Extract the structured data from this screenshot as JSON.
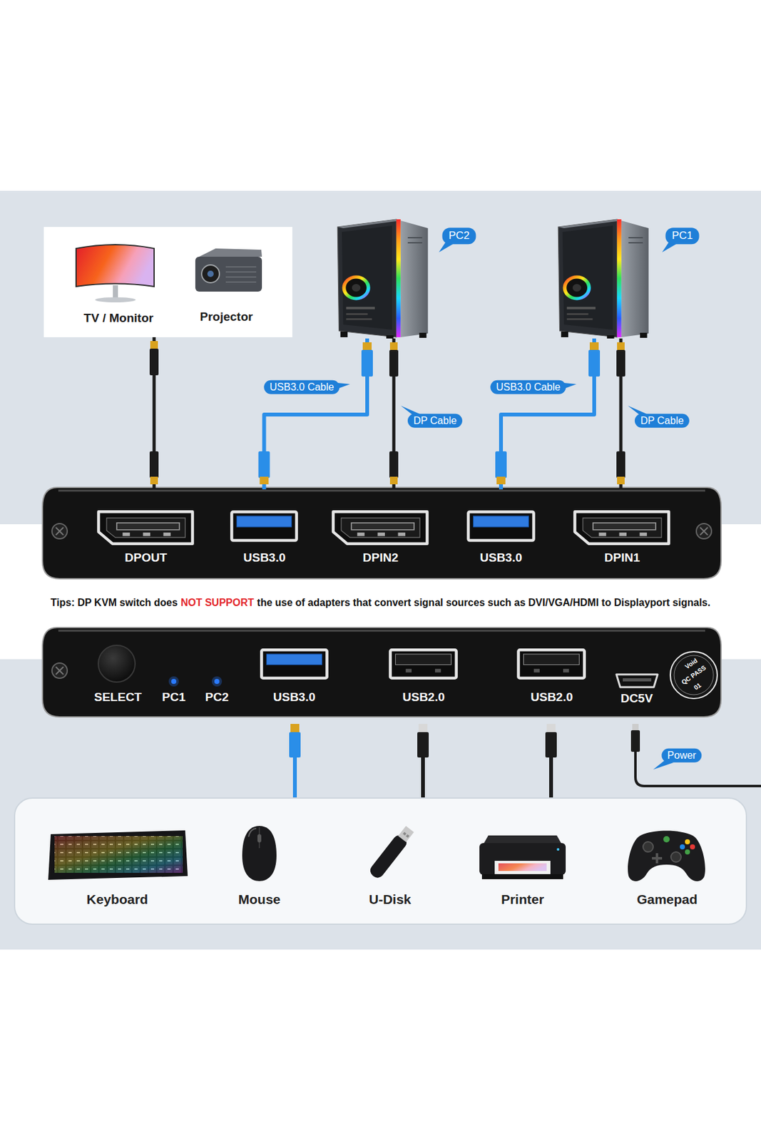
{
  "diagram": {
    "nodes": [
      {
        "text": [
          "TV / Monitor",
          "Projector"
        ]
      },
      {
        "text": [
          "PC2"
        ]
      },
      {
        "text": [
          "PC1"
        ]
      },
      {
        "text": [
          "DPOUT"
        ]
      },
      {
        "text": [
          "USB3.0"
        ]
      },
      {
        "text": [
          "DPIN2"
        ]
      },
      {
        "text": [
          "USB3.0"
        ]
      },
      {
        "text": [
          "DPIN1"
        ]
      },
      {
        "text": [
          "SELECT"
        ]
      },
      {
        "text": [
          "PC1"
        ]
      },
      {
        "text": [
          "PC2"
        ]
      },
      {
        "text": [
          "USB3.0"
        ]
      },
      {
        "text": [
          "USB2.0"
        ]
      },
      {
        "text": [
          "USB2.0"
        ]
      },
      {
        "text": [
          "DC5V"
        ]
      },
      {
        "text": [
          "Void",
          "QC PASS",
          "01"
        ]
      },
      {
        "text": [
          "Keyboard"
        ]
      },
      {
        "text": [
          "Mouse"
        ]
      },
      {
        "text": [
          "U-Disk"
        ]
      },
      {
        "text": [
          "Printer"
        ]
      },
      {
        "text": [
          "Gamepad"
        ]
      }
    ],
    "edges": [
      {
        "from": 0,
        "to": 3,
        "arrow": "none"
      },
      {
        "from": 1,
        "to": 4,
        "label": "USB3.0 Cable",
        "arrow": "none"
      },
      {
        "from": 1,
        "to": 5,
        "label": "DP Cable",
        "arrow": "none"
      },
      {
        "from": 2,
        "to": 6,
        "label": "USB3.0 Cable",
        "arrow": "none"
      },
      {
        "from": 2,
        "to": 7,
        "label": "DP Cable",
        "arrow": "none"
      }
    ],
    "labels": [
      "Tips: DP KVM switch does",
      "NOT SUPPORT",
      "the use of adapters that convert signal sources such as DVI/VGA/HDMI to Displayport signals.",
      "Power"
    ]
  }
}
